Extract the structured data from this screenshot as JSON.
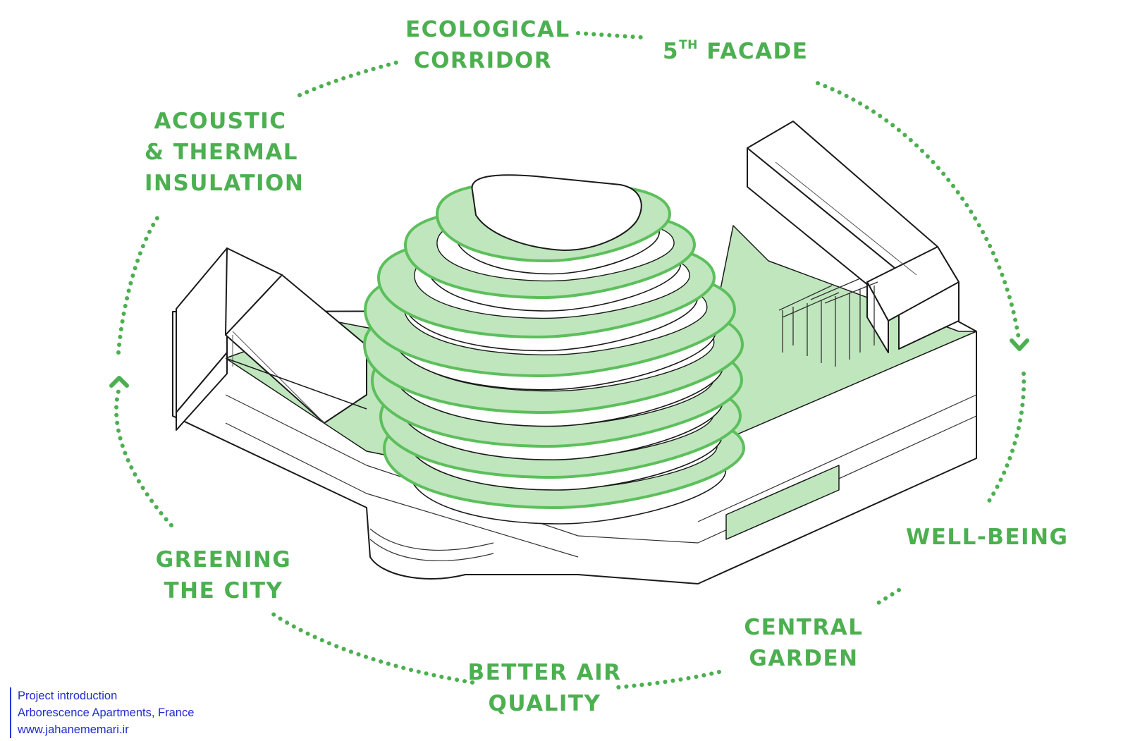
{
  "labels": {
    "ecological_corridor": [
      "ECOLOGICAL",
      "CORRIDOR"
    ],
    "fifth_facade": {
      "number": "5",
      "suffix": "TH",
      "word": "FACADE"
    },
    "acoustic": [
      "ACOUSTIC",
      "& THERMAL",
      "INSULATION"
    ],
    "greening": [
      "GREENING",
      "THE CITY"
    ],
    "better_air": [
      "BETTER AIR",
      "QUALITY"
    ],
    "central_garden": [
      "CENTRAL",
      "GARDEN"
    ],
    "well_being": [
      "WELL-BEING"
    ]
  },
  "credit": {
    "line1": "Project introduction",
    "line2": "Arborescence Apartments, France",
    "line3": "www.jahanememari.ir"
  },
  "colors": {
    "accent_green": "#4caf50",
    "terrace_fill": "#bfe6bd",
    "terrace_edge": "#5cbf5c",
    "building_line": "#1a1a1a",
    "credit_blue": "#1f2bd0"
  }
}
